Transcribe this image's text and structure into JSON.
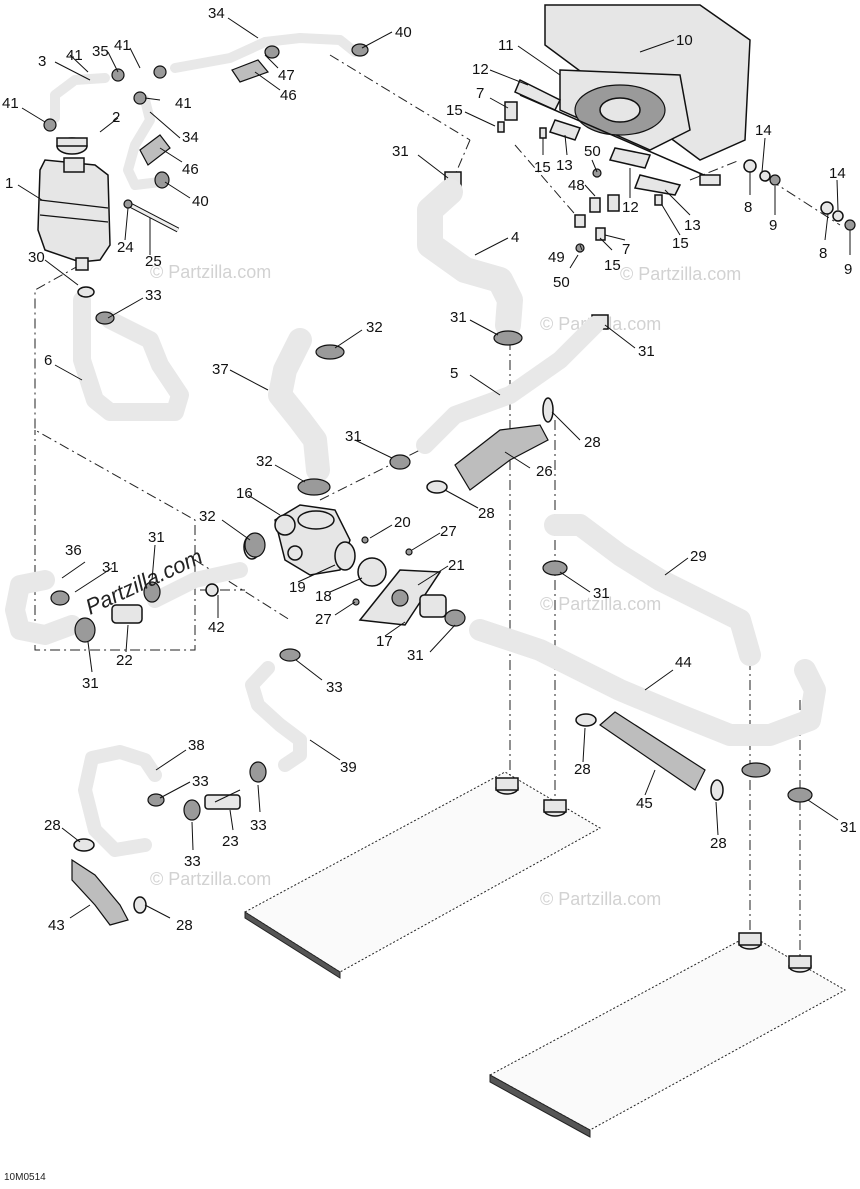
{
  "diagram": {
    "part_numbers": [
      "1",
      "2",
      "3",
      "4",
      "5",
      "6",
      "7",
      "8",
      "9",
      "10",
      "11",
      "12",
      "13",
      "14",
      "15",
      "16",
      "17",
      "18",
      "19",
      "20",
      "21",
      "22",
      "23",
      "24",
      "25",
      "26",
      "27",
      "28",
      "29",
      "30",
      "31",
      "32",
      "33",
      "34",
      "35",
      "36",
      "37",
      "38",
      "39",
      "40",
      "41",
      "42",
      "43",
      "44",
      "45",
      "46",
      "47",
      "48",
      "49",
      "50"
    ],
    "watermark": "© Partzilla.com",
    "brand_overlay": "Partzilla.com",
    "drawing_code": "10M0514"
  }
}
